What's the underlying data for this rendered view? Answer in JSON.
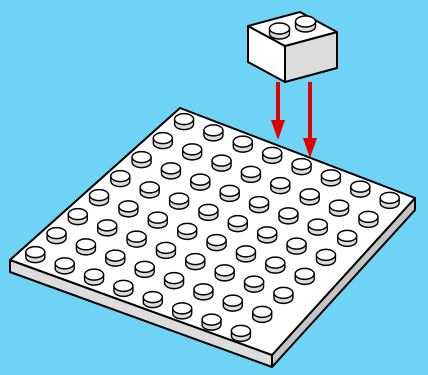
{
  "illustration": {
    "background_color": "#6fd3f5",
    "part_fill_color": "#ffffff",
    "part_shade_color": "#dcdcdc",
    "part_outline_color": "#000000",
    "arrow_color": "#e00000",
    "baseplate": {
      "studs_across": 8,
      "studs_deep": 8
    },
    "brick": {
      "studs_across": 2,
      "studs_deep": 1
    },
    "arrows": 2,
    "icons": [
      "baseplate-icon",
      "brick-2x1-icon",
      "down-arrow-icon"
    ]
  }
}
